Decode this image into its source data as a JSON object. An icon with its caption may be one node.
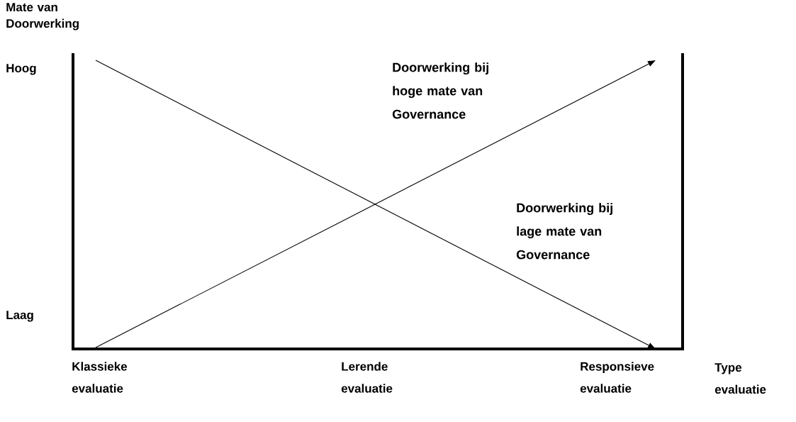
{
  "diagram": {
    "labels": [
      "Mate van Doorwerking",
      "Hoog",
      "Doorwerking bij hoge mate van Governance",
      "Doorwerking bij lage mate van Governance",
      "Laag",
      "Type evaluatie",
      "Klassieke evaluatie",
      "Lerende evaluatie",
      "Responsieve evaluatie"
    ]
  }
}
